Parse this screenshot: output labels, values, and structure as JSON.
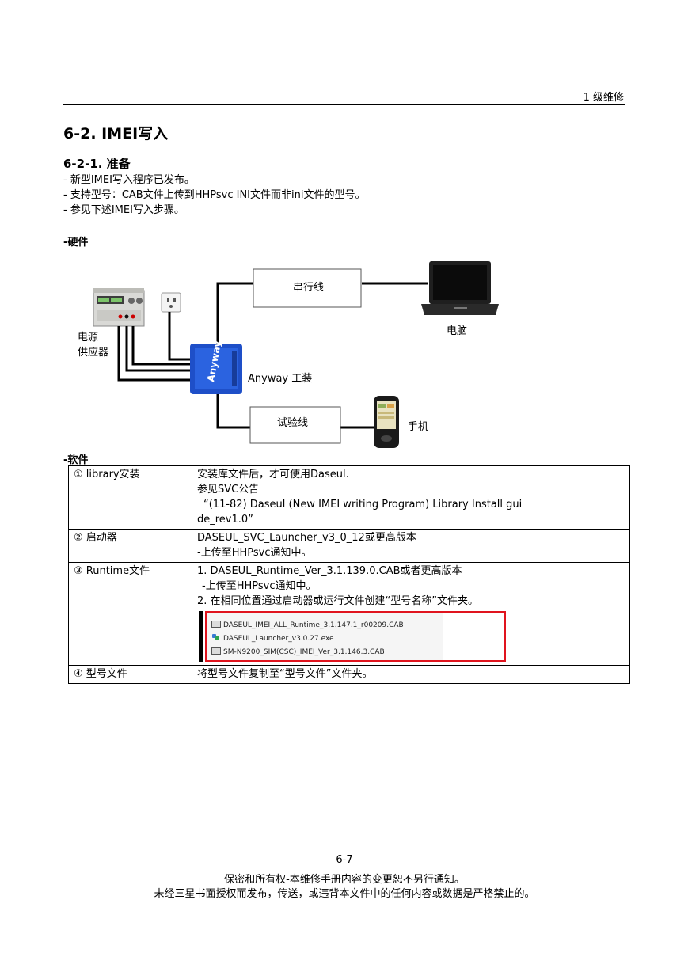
{
  "header": {
    "section_label": "1 级维修"
  },
  "section": {
    "title": "6-2. IMEI写入"
  },
  "subsection": {
    "title": "6-2-1. 准备"
  },
  "bullets": [
    "- 新型IMEI写入程序已发布。",
    "- 支持型号：CAB文件上传到HHPsvc INI文件而非ini文件的型号。",
    "- 参见下述IMEI写入步骤。"
  ],
  "hardware": {
    "label": "-硬件",
    "power_supply": [
      "电源",
      "供应器"
    ],
    "serial_cable": "串行线",
    "pc": "电脑",
    "jig": "Anyway 工装",
    "test_cable": "试验线",
    "phone": "手机",
    "device_brand": "Anyway"
  },
  "software": {
    "label": "-软件",
    "rows": [
      {
        "item": "① library安装",
        "lines": [
          "安装库文件后，才可使用Daseul.",
          "参见SVC公告",
          "“(11-82) Daseul (New IMEI writing Program) Library Install gui",
          "de_rev1.0”"
        ]
      },
      {
        "item": "②  启动器",
        "lines": [
          "DASEUL_SVC_Launcher_v3_0_12或更高版本",
          "-上传至HHPsvc通知中。"
        ]
      },
      {
        "item": "③ Runtime文件",
        "lines": [
          "1. DASEUL_Runtime_Ver_3.1.139.0.CAB或者更高版本",
          "-上传至HHPsvc通知中。",
          "2. 在相同位置通过启动器或运行文件创建“型号名称”文件夹。"
        ],
        "files": [
          "DASEUL_IMEI_ALL_Runtime_3.1.147.1_r00209.CAB",
          "DASEUL_Launcher_v3.0.27.exe",
          "SM-N9200_SIM(CSC)_IMEI_Ver_3.1.146.3.CAB"
        ]
      },
      {
        "item": "④  型号文件",
        "lines": [
          "将型号文件复制至“型号文件”文件夹。"
        ]
      }
    ]
  },
  "footer": {
    "page_number": "6-7",
    "line1": "保密和所有权-本维修手册内容的变更恕不另行通知。",
    "line2": "未经三星书面授权而发布，传送，或违背本文件中的任何内容或数据是严格禁止的。"
  },
  "colors": {
    "highlight_frame": "#e0141e",
    "jig_blue": "#1e4fc8"
  }
}
